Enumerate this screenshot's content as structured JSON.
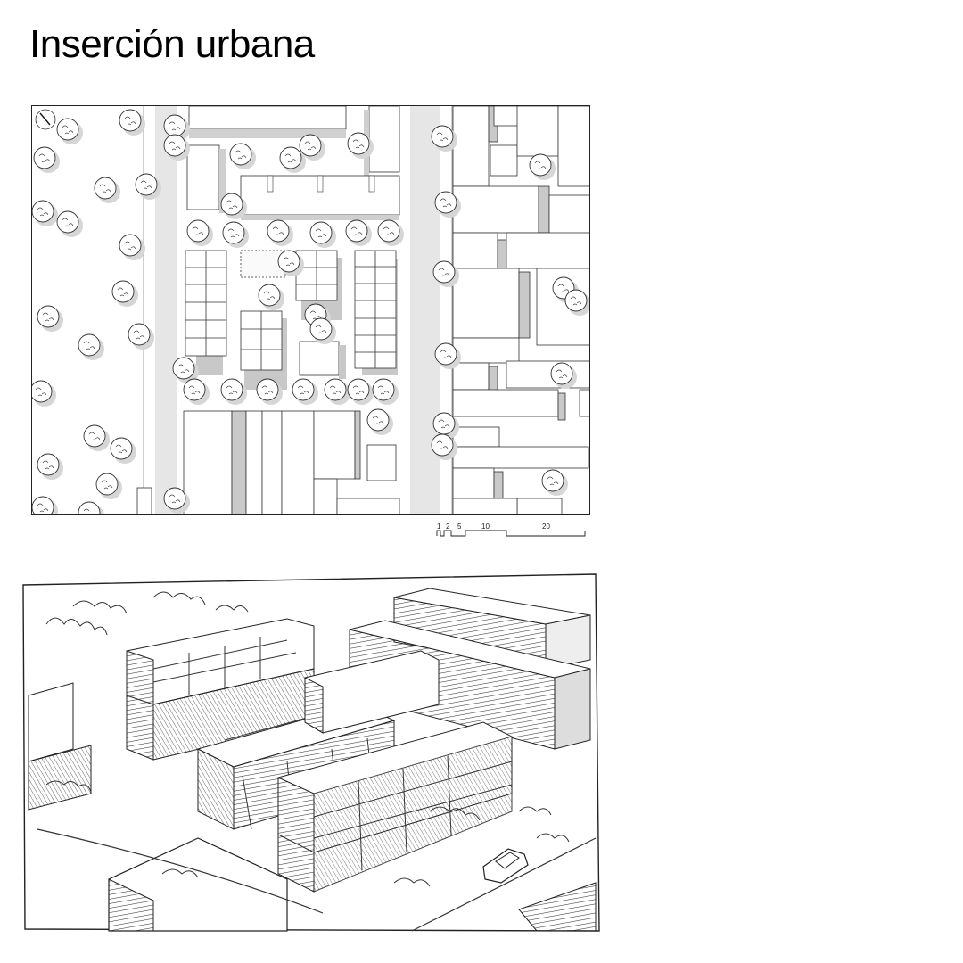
{
  "page": {
    "title": "Inserción urbana"
  },
  "site_plan": {
    "north_arrow": "north-arrow-icon",
    "scale_bar": {
      "labels": [
        "1",
        "2",
        "5",
        "10",
        "20"
      ]
    }
  },
  "perspective_sketch": {}
}
